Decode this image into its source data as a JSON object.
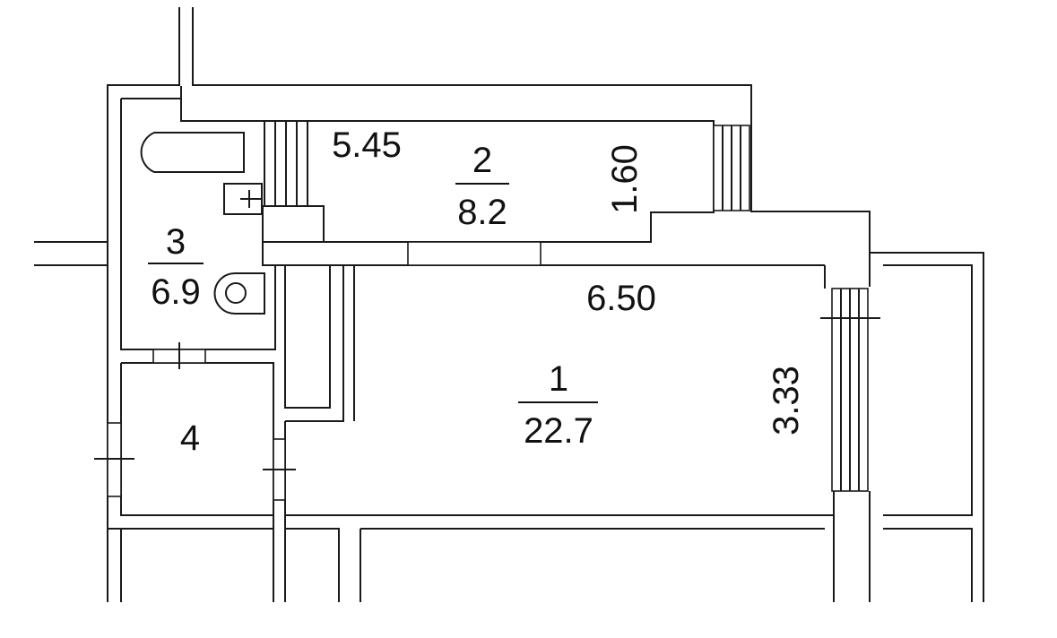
{
  "rooms": [
    {
      "number": "1",
      "area": "22.7"
    },
    {
      "number": "2",
      "area": "8.2"
    },
    {
      "number": "3",
      "area": "6.9"
    },
    {
      "number": "4"
    }
  ],
  "dimensions": {
    "kitchen_length": "5.45",
    "kitchen_width": "1.60",
    "living_length": "6.50",
    "living_width": "3.33"
  }
}
